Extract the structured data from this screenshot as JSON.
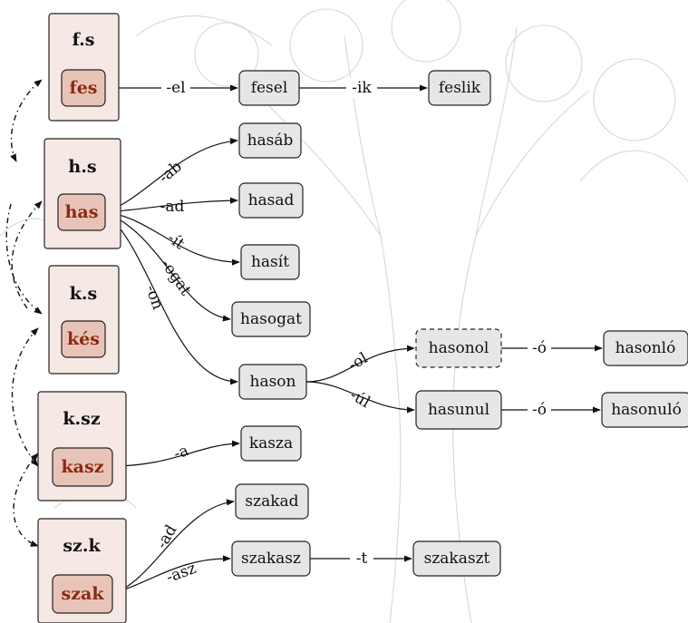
{
  "roots": [
    {
      "pattern": "f.s",
      "root": "fes"
    },
    {
      "pattern": "h.s",
      "root": "has"
    },
    {
      "pattern": "k.s",
      "root": "kés"
    },
    {
      "pattern": "k.sz",
      "root": "kasz"
    },
    {
      "pattern": "sz.k",
      "root": "szak"
    }
  ],
  "words": {
    "fesel": "fesel",
    "feslik": "feslik",
    "hasab": "hasáb",
    "hasad": "hasad",
    "hasit": "hasít",
    "hasogat": "hasogat",
    "hason": "hason",
    "hasonol": "hasonol",
    "hasonlo": "hasonló",
    "hasunul": "hasunul",
    "hasonulo": "hasonuló",
    "kasza": "kasza",
    "szakad": "szakad",
    "szakasz": "szakasz",
    "szakaszt": "szakaszt"
  },
  "suffixes": {
    "fes_el": "-el",
    "fesel_ik": "-ik",
    "has_ab": "-ab",
    "has_ad": "-ad",
    "has_it": "-ít",
    "has_ogat": "-ogat",
    "has_on": "-on",
    "hason_ol": "-ol",
    "hason_ul": "-úl",
    "hasonol_o": "-ó",
    "hasunul_o": "-ó",
    "kasz_a": "-a",
    "szak_ad": "-ad",
    "szak_asz": "-asz",
    "szakasz_t": "-t"
  }
}
